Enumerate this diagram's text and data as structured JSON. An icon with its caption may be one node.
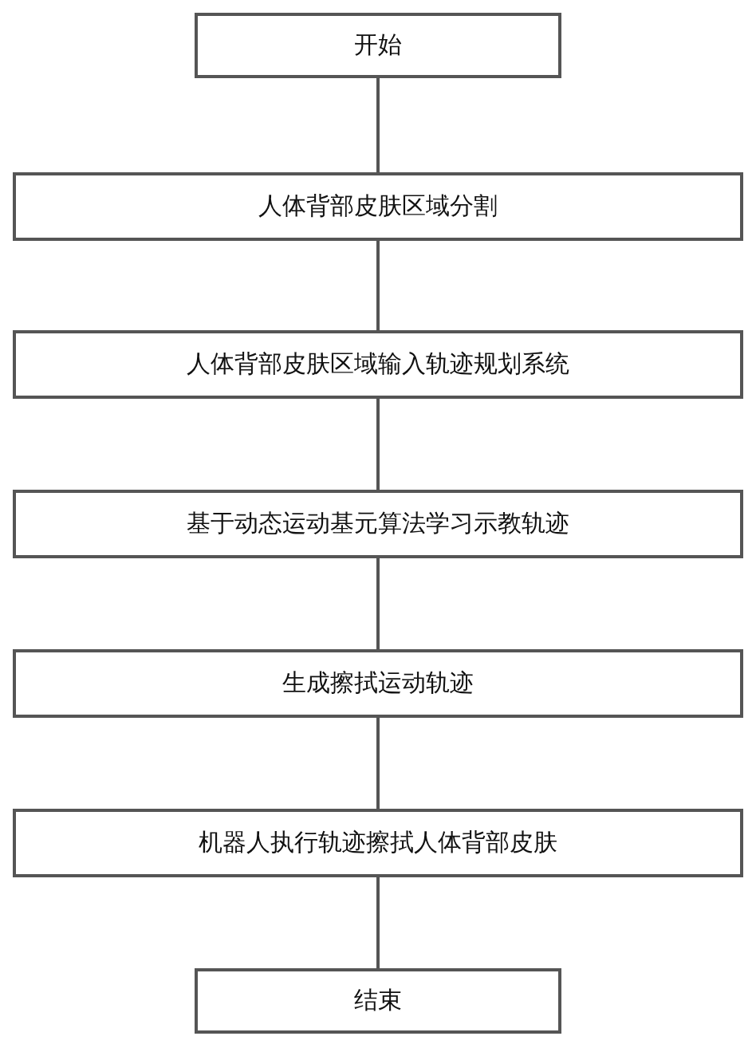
{
  "diagram": {
    "nodes": [
      {
        "text": [
          "开始"
        ]
      },
      {
        "text": [
          "人体背部皮肤区域分割"
        ]
      },
      {
        "text": [
          "人体背部皮肤区域输入轨迹规划系统"
        ]
      },
      {
        "text": [
          "基于动态运动基元算法学习示教轨迹"
        ]
      },
      {
        "text": [
          "生成擦拭运动轨迹"
        ]
      },
      {
        "text": [
          "机器人执行轨迹擦拭人体背部皮肤"
        ]
      },
      {
        "text": [
          "结束"
        ]
      }
    ],
    "edges": [
      {
        "from": 0,
        "to": 1,
        "arrow": "none"
      },
      {
        "from": 1,
        "to": 2,
        "arrow": "none"
      },
      {
        "from": 2,
        "to": 3,
        "arrow": "none"
      },
      {
        "from": 3,
        "to": 4,
        "arrow": "none"
      },
      {
        "from": 4,
        "to": 5,
        "arrow": "none"
      },
      {
        "from": 5,
        "to": 6,
        "arrow": "none"
      }
    ]
  }
}
